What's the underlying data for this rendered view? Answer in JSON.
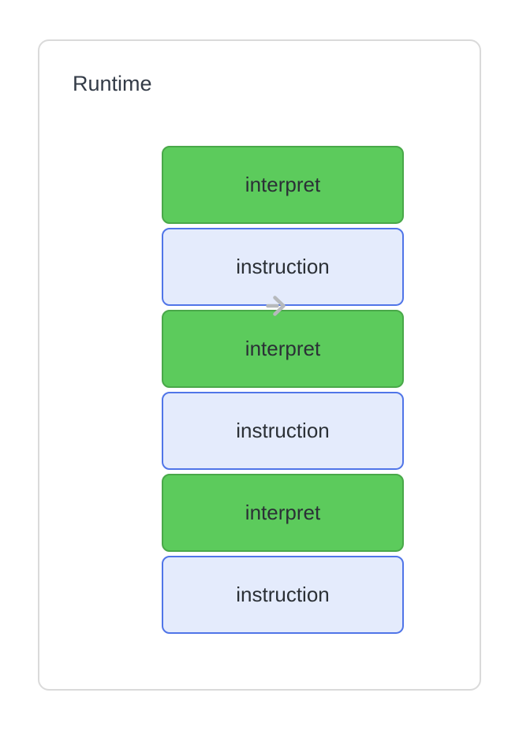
{
  "container": {
    "title": "Runtime"
  },
  "blocks": [
    {
      "label": "interpret",
      "type": "interpret"
    },
    {
      "label": "instruction",
      "type": "instruction"
    },
    {
      "label": "interpret",
      "type": "interpret"
    },
    {
      "label": "instruction",
      "type": "instruction"
    },
    {
      "label": "interpret",
      "type": "interpret"
    },
    {
      "label": "instruction",
      "type": "instruction"
    }
  ],
  "icons": {
    "arrow": "arrow-right-icon"
  },
  "colors": {
    "background": "#FFFFFF",
    "container_border": "#DADADA",
    "title_text": "#333B47",
    "block_text": "#2B3036",
    "interpret_fill": "#5CCB5C",
    "interpret_border": "#49A849",
    "instruction_fill": "#E4EBFC",
    "instruction_border": "#5075E8",
    "arrow": "#B6B9BC"
  }
}
